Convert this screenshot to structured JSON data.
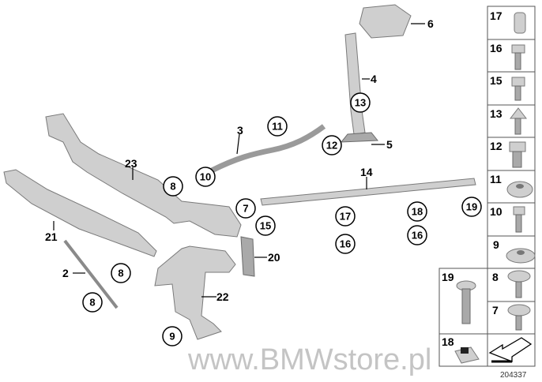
{
  "diagram": {
    "watermark": "www.BMWstore.pl",
    "reference_number": "204337",
    "main_labels": {
      "l6": "6",
      "l4": "4",
      "l5": "5",
      "l3": "3",
      "l14": "14",
      "l23": "23",
      "l21": "21",
      "l2": "2",
      "l20": "20",
      "l22": "22"
    },
    "callouts": {
      "c13": "13",
      "c11": "11",
      "c12": "12",
      "c10": "10",
      "c8a": "8",
      "c7": "7",
      "c15": "15",
      "c17": "17",
      "c16a": "16",
      "c18": "18",
      "c16b": "16",
      "c19": "19",
      "c8b": "8",
      "c8c": "8",
      "c9": "9"
    },
    "fastener_panel": [
      "17",
      "16",
      "15",
      "13",
      "12",
      "11",
      "10",
      "9",
      "8",
      "7"
    ],
    "extra_panel": {
      "item19": "19",
      "item18": "18"
    }
  }
}
